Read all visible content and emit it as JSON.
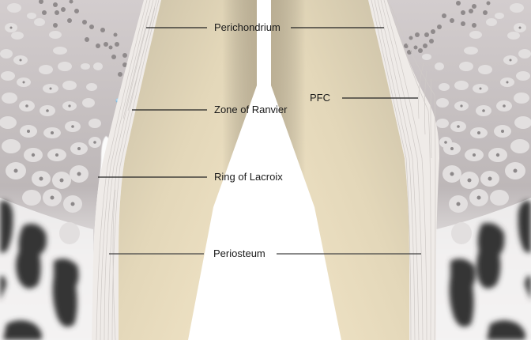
{
  "figure": {
    "type": "anatomical illustration",
    "subject": "physis periphery (growth plate) and adjacent bone, mirrored left and right",
    "colors": {
      "background": "#ffffff",
      "cartilage": "#c9c2c4",
      "chondrocyte": "#dedadb",
      "chondrocyte_nucleus": "#8e8a8b",
      "bone_shaft": "#e8dcbf",
      "bone_shadow": "#b9ae98",
      "fibrous_layer": "#eeeae7",
      "marrow_dark": "#3a3838",
      "ranvier_cells": "#8ec3e6",
      "leader_line": "#222222"
    }
  },
  "labels": {
    "perichondrium": "Perichondrium",
    "zone_of_ranvier": "Zone of Ranvier",
    "pfc": "PFC",
    "ring_of_lacroix": "Ring of Lacroix",
    "periosteum": "Periosteum"
  }
}
